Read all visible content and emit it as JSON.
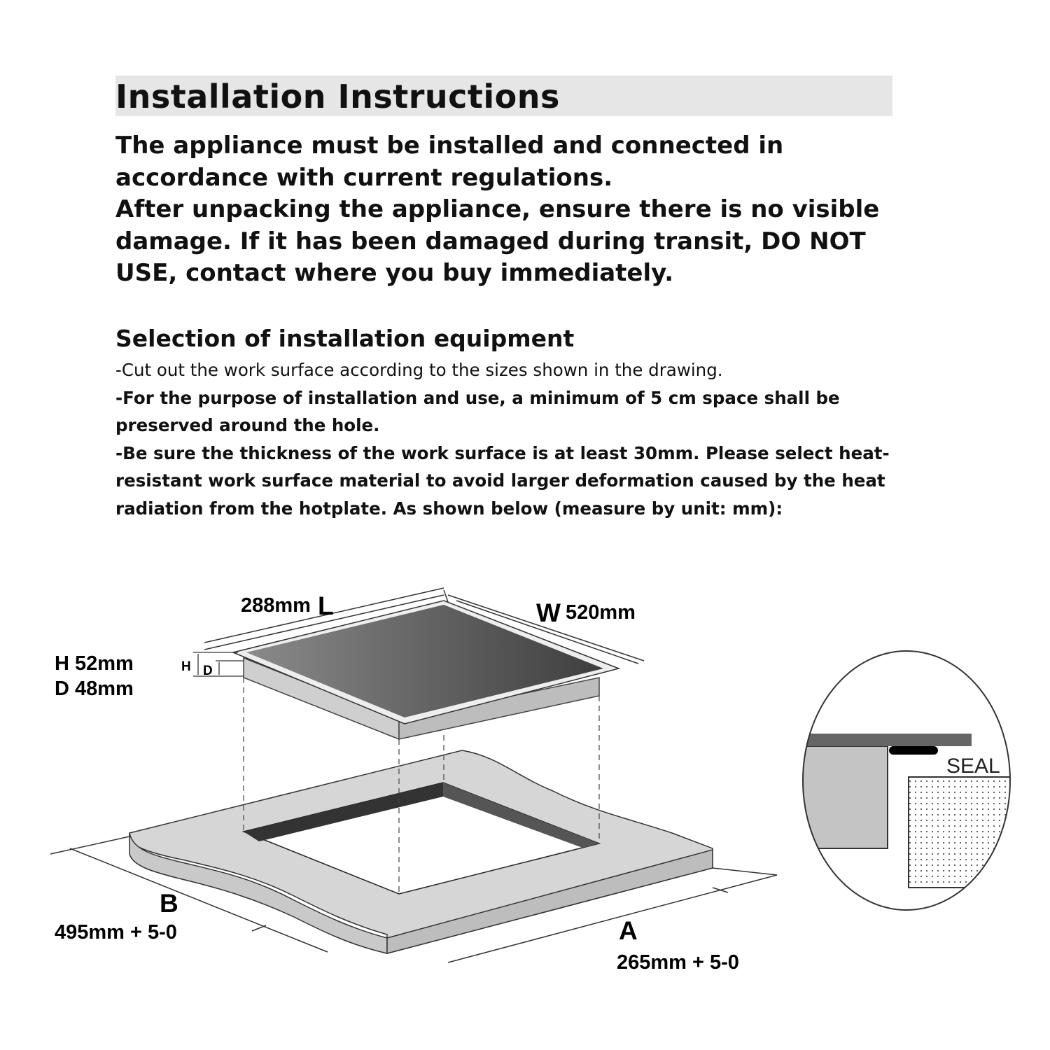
{
  "heading": "Installation Instructions",
  "intro": [
    "The appliance must be installed and connected in accordance with current regulations.",
    "After unpacking the appliance, ensure there is no visible damage. If it has been damaged during transit, DO NOT USE, contact where you buy immediately."
  ],
  "section": {
    "title": "Selection of installation equipment",
    "steps": [
      "-Cut out the work surface according to the sizes shown in the drawing.",
      "-For the purpose of installation and use, a minimum of 5 cm space shall be preserved around the hole.",
      "-Be sure the thickness of the work surface is at least 30mm. Please select heat-resistant work surface material to avoid larger deformation caused by the heat radiation from the hotplate. As shown below (measure by unit: mm):"
    ]
  },
  "diagram": {
    "length_value": "288mm",
    "length_letter": "L",
    "width_letter": "W",
    "width_value": "520mm",
    "height_label": "H 52mm",
    "depth_label": "D 48mm",
    "h_mark": "H",
    "d_mark": "D",
    "b_letter": "B",
    "b_value": "495mm + 5-0",
    "a_letter": "A",
    "a_value": "265mm + 5-0",
    "seal_label": "SEAL"
  }
}
